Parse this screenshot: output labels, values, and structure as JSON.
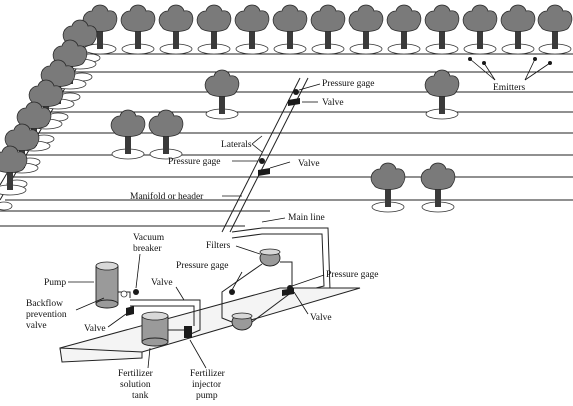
{
  "labels": {
    "emitters": "Emitters",
    "pressure_gage_top": "Pressure gage",
    "valve_top": "Valve",
    "laterals": "Laterals",
    "pressure_gage_mid": "Pressure gage",
    "valve_mid": "Valve",
    "manifold": "Manifold or header",
    "main_line": "Main line",
    "vacuum_breaker_1": "Vacuum",
    "vacuum_breaker_2": "breaker",
    "filters": "Filters",
    "pressure_gage_filter_left": "Pressure gage",
    "pressure_gage_filter_right": "Pressure gage",
    "pump": "Pump",
    "valve_pump": "Valve",
    "backflow_1": "Backflow",
    "backflow_2": "prevention",
    "backflow_3": "valve",
    "valve_left": "Valve",
    "valve_right": "Valve",
    "fert_tank_1": "Fertilizer",
    "fert_tank_2": "solution",
    "fert_tank_3": "tank",
    "fert_pump_1": "Fertilizer",
    "fert_pump_2": "injector",
    "fert_pump_3": "pump"
  },
  "icons": {
    "tree": "tree-icon",
    "emitter": "emitter-icon",
    "pressure_gage": "pressure-gage-icon",
    "valve": "valve-icon",
    "tank": "tank-icon",
    "pump": "pump-icon"
  },
  "colors": {
    "line": "#222222",
    "canopy": "#7a7a7a",
    "background": "#ffffff"
  }
}
